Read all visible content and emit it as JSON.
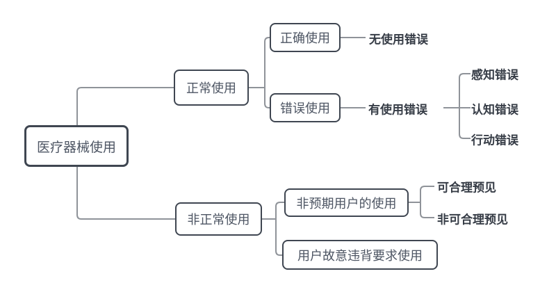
{
  "diagram": {
    "type": "mindmap",
    "colors": {
      "background": "#ffffff",
      "node_border": "#3f4651",
      "node_fill": "#ffffff",
      "node_text": "#4d5563",
      "leaf_text": "#363c46",
      "connector_line": "#8f9399"
    }
  },
  "nodes": {
    "root": {
      "label": "医疗器械使用"
    },
    "normal": {
      "label": "正常使用"
    },
    "correct": {
      "label": "正确使用"
    },
    "wrong": {
      "label": "错误使用"
    },
    "no_error": {
      "label": "无使用错误"
    },
    "has_error": {
      "label": "有使用错误"
    },
    "perception": {
      "label": "感知错误"
    },
    "cognition": {
      "label": "认知错误"
    },
    "action": {
      "label": "行动错误"
    },
    "abnormal": {
      "label": "非正常使用"
    },
    "unintended_user": {
      "label": "非预期用户的使用"
    },
    "foreseeable": {
      "label": "可合理预见"
    },
    "not_foreseeable": {
      "label": "非可合理预见"
    },
    "deliberate_violation": {
      "label": "用户故意违背要求使用"
    }
  },
  "edges": [
    [
      "root",
      "normal"
    ],
    [
      "root",
      "abnormal"
    ],
    [
      "normal",
      "correct"
    ],
    [
      "normal",
      "wrong"
    ],
    [
      "correct",
      "no_error"
    ],
    [
      "wrong",
      "has_error"
    ],
    [
      "has_error",
      "perception"
    ],
    [
      "has_error",
      "cognition"
    ],
    [
      "has_error",
      "action"
    ],
    [
      "abnormal",
      "unintended_user"
    ],
    [
      "abnormal",
      "deliberate_violation"
    ],
    [
      "unintended_user",
      "foreseeable"
    ],
    [
      "unintended_user",
      "not_foreseeable"
    ]
  ]
}
